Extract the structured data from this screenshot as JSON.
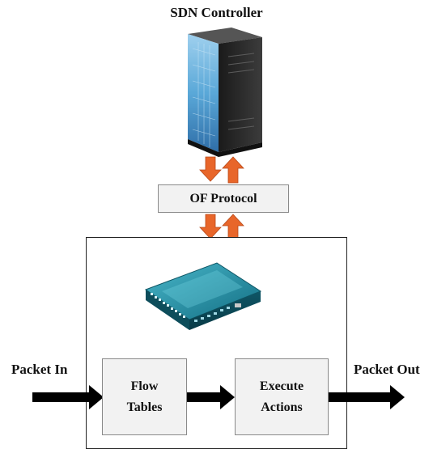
{
  "controller": {
    "title": "SDN Controller",
    "icon": "server-tower-icon"
  },
  "protocol": {
    "label": "OF Protocol"
  },
  "switch": {
    "icon": "network-switch-icon"
  },
  "pipeline": {
    "flow_tables": {
      "line1": "Flow",
      "line2": "Tables"
    },
    "execute_actions": {
      "line1": "Execute",
      "line2": "Actions"
    }
  },
  "io": {
    "packet_in": "Packet In",
    "packet_out": "Packet Out"
  },
  "colors": {
    "arrow_orange": "#e8662a",
    "arrow_black": "#000000",
    "box_fill": "#f2f2f2",
    "switch_teal": "#1b8aa0"
  }
}
